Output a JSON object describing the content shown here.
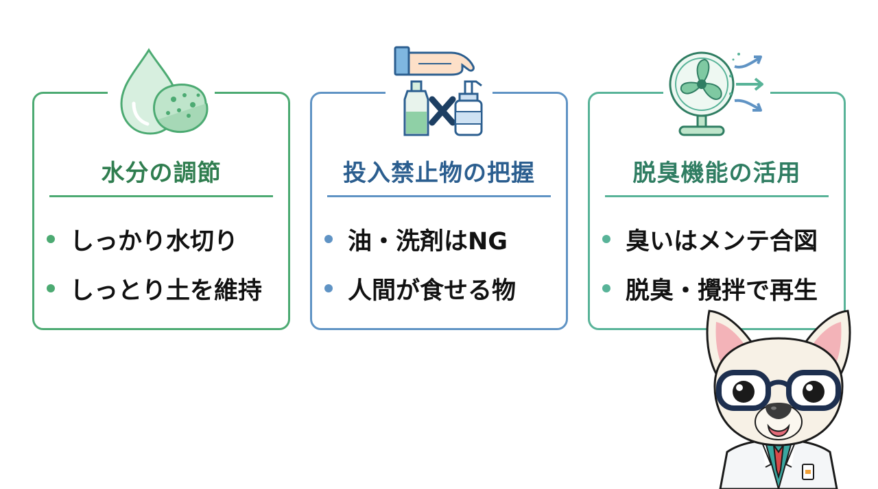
{
  "colors": {
    "green": "#4caa72",
    "green_title": "#2f7d4f",
    "blue": "#5f93c4",
    "blue_title": "#2b5e8f",
    "teal": "#58b398",
    "teal_title": "#2f7d62"
  },
  "cards": [
    {
      "title": "水分の調節",
      "icon": "water-drop-sponge-icon",
      "bullets": [
        "しっかり水切り",
        "しっとり土を維持"
      ]
    },
    {
      "title": "投入禁止物の把握",
      "icon": "hand-bottles-prohibited-icon",
      "bullets": [
        "油・洗剤はNG",
        "人間が食せる物"
      ]
    },
    {
      "title": "脱臭機能の活用",
      "icon": "fan-airflow-icon",
      "bullets": [
        "臭いはメンテ合図",
        "脱臭・攪拌で再生"
      ]
    }
  ],
  "mascot": {
    "icon": "french-bulldog-doctor-icon"
  }
}
